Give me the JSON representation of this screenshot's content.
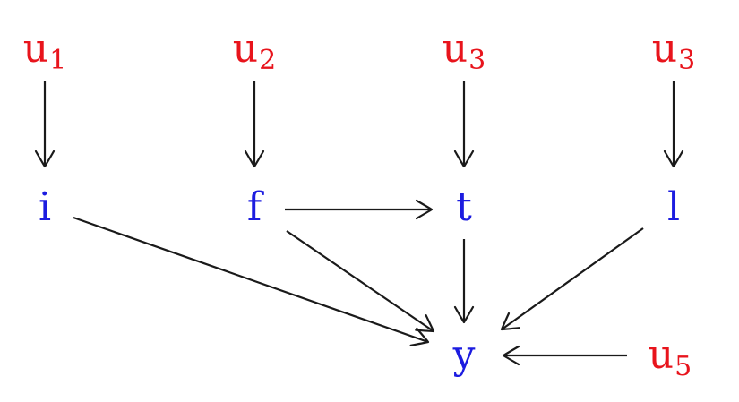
{
  "colors": {
    "exogenous": "#e8141c",
    "endogenous": "#1c1ce0",
    "edge": "#1a1a1a"
  },
  "nodes": [
    {
      "id": "u1",
      "base": "u",
      "sub": "1",
      "kind": "exogenous"
    },
    {
      "id": "u2",
      "base": "u",
      "sub": "2",
      "kind": "exogenous"
    },
    {
      "id": "u3a",
      "base": "u",
      "sub": "3",
      "kind": "exogenous"
    },
    {
      "id": "u3b",
      "base": "u",
      "sub": "3",
      "kind": "exogenous"
    },
    {
      "id": "u5",
      "base": "u",
      "sub": "5",
      "kind": "exogenous"
    },
    {
      "id": "i",
      "base": "i",
      "sub": "",
      "kind": "endogenous"
    },
    {
      "id": "f",
      "base": "f",
      "sub": "",
      "kind": "endogenous"
    },
    {
      "id": "t",
      "base": "t",
      "sub": "",
      "kind": "endogenous"
    },
    {
      "id": "l",
      "base": "l",
      "sub": "",
      "kind": "endogenous"
    },
    {
      "id": "y",
      "base": "y",
      "sub": "",
      "kind": "endogenous"
    }
  ],
  "edges": [
    {
      "from": "u1",
      "to": "i"
    },
    {
      "from": "u2",
      "to": "f"
    },
    {
      "from": "u3a",
      "to": "t"
    },
    {
      "from": "u3b",
      "to": "l"
    },
    {
      "from": "f",
      "to": "t"
    },
    {
      "from": "i",
      "to": "y"
    },
    {
      "from": "f",
      "to": "y"
    },
    {
      "from": "t",
      "to": "y"
    },
    {
      "from": "l",
      "to": "y"
    },
    {
      "from": "u5",
      "to": "y"
    }
  ]
}
